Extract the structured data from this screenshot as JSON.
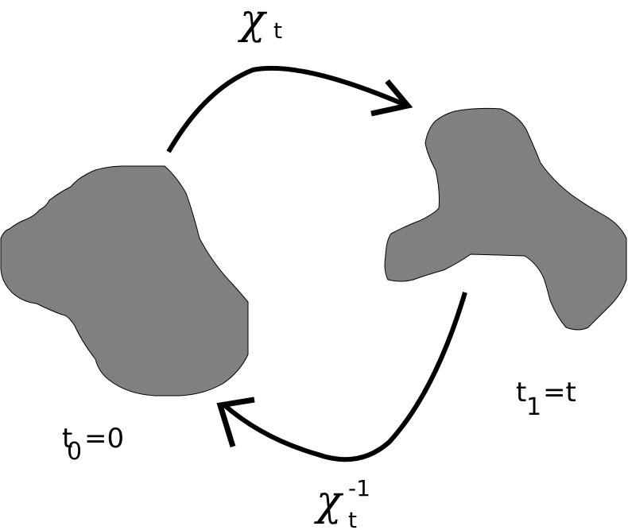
{
  "blob_fill": "#808080",
  "stroke_color": "#000000",
  "labels": {
    "forward_map": {
      "symbol": "χ",
      "subscript": "t"
    },
    "inverse_map": {
      "symbol": "χ",
      "superscript": "-1",
      "subscript": "t"
    },
    "initial_time": {
      "var": "t",
      "sub": "0",
      "rest": "=0"
    },
    "current_time": {
      "var": "t",
      "sub": "1",
      "rest": "=t"
    }
  }
}
